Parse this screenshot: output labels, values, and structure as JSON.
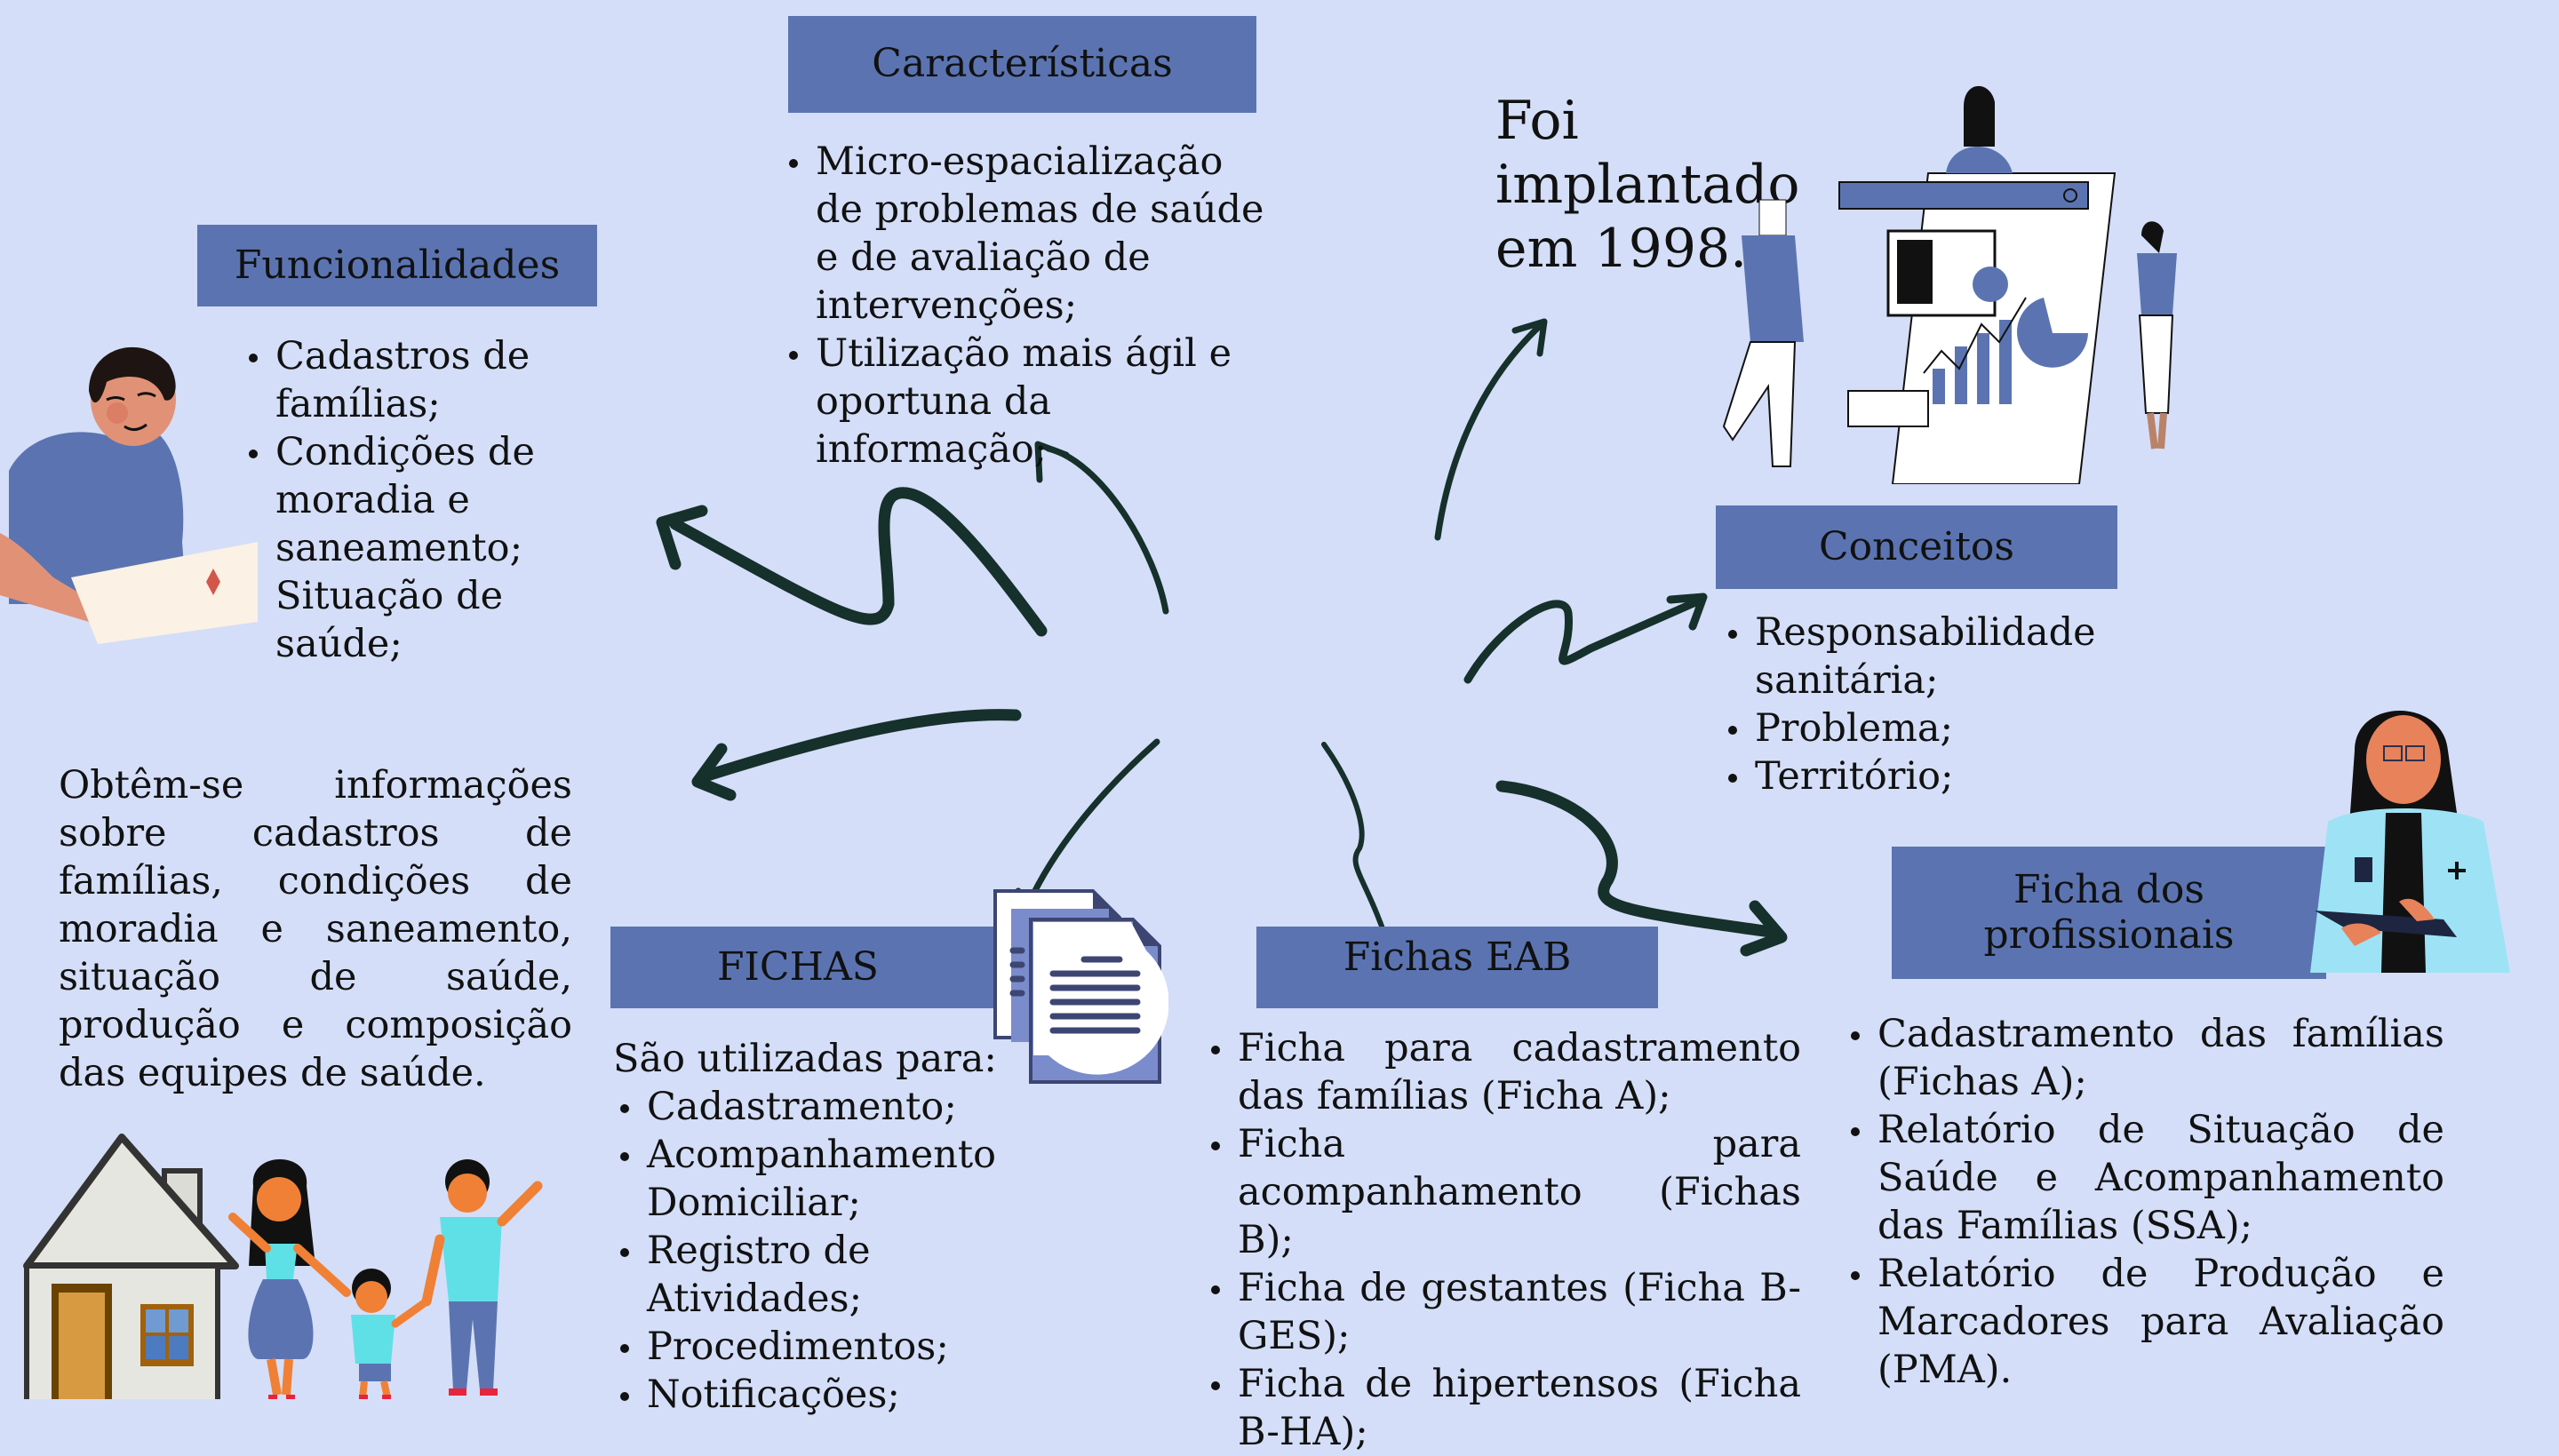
{
  "headings": {
    "caracteristicas": "Características",
    "funcionalidades": "Funcionalidades",
    "conceitos": "Conceitos",
    "fichas": "FICHAS",
    "fichas_eab": "Fichas EAB",
    "ficha_profissionais": "Ficha dos profissionais"
  },
  "caracteristicas_items": [
    "Micro-espacialização de problemas de saúde e de avaliação de intervenções;",
    "Utilização mais ágil e oportuna da informação;"
  ],
  "funcionalidades_items": [
    "Cadastros de famílias;",
    "Condições de moradia e saneamento;",
    "Situação de saúde;"
  ],
  "implantado_text": "Foi implantado em 1998.",
  "conceitos_items": [
    "Responsabilidade sanitária;",
    "Problema;",
    "Território;"
  ],
  "obtem_text": "Obtêm-se informações sobre cadastros de famílias, condições de moradia e saneamento, situação de saúde, produção e composição das equipes de saúde.",
  "fichas_intro": "São utilizadas para:",
  "fichas_items": [
    "Cadastramento;",
    "Acompanhamento Domiciliar;",
    "Registro de Atividades;",
    "Procedimentos;",
    "Notificações;"
  ],
  "fichas_eab_items": [
    "Ficha para cadastramento das famílias (Ficha A);",
    "Ficha para acompanhamento (Fichas B);",
    "Ficha de gestantes (Ficha B-GES);",
    "Ficha de hipertensos (Ficha B-HA);"
  ],
  "ficha_profissionais_items": [
    "Cadastramento das famílias (Fichas A);",
    "Relatório de Situação de Saúde e Acompanhamento das Famílias (SSA);",
    "Relatório de Produção e Marcadores para Avaliação (PMA)."
  ],
  "colors": {
    "background": "#d4def8",
    "header_box": "#5b74b1",
    "arrow": "#16302b"
  }
}
